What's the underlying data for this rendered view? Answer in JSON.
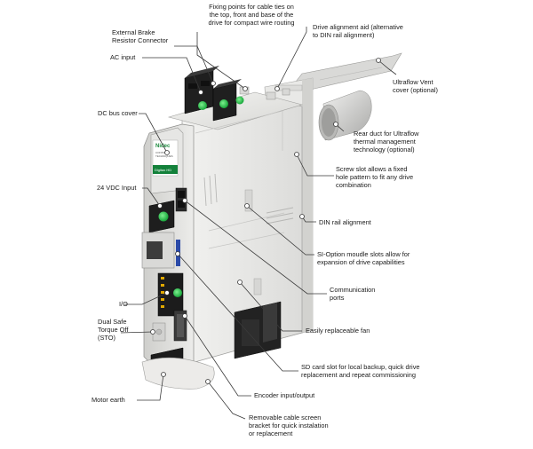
{
  "callouts": {
    "fixing_points": [
      "Fixing points for cable ties on",
      "the top, front and base of the",
      "drive for compact wire routing"
    ],
    "external_brake": [
      "External Brake",
      "Resistor Connector"
    ],
    "ac_input": [
      "AC input"
    ],
    "dc_bus_cover": [
      "DC bus cover"
    ],
    "vdc_input": [
      "24 VDC Input"
    ],
    "io": [
      "I/O"
    ],
    "dual_safe": [
      "Dual Safe",
      "Torque Off",
      "(STO)"
    ],
    "motor_earth": [
      "Motor earth"
    ],
    "drive_alignment": [
      "Drive alignment aid (alternative",
      "to DIN rail alignment)"
    ],
    "ultraflow_vent": [
      "Ultraflow Vent",
      "cover (optional)"
    ],
    "rear_duct": [
      "Rear duct for Ultraflow",
      "thermal management",
      "technology (optional)"
    ],
    "screw_slot": [
      "Screw slot allows a fixed",
      "hole pattern to fit any drive",
      "combination"
    ],
    "din_rail": [
      "DIN rail alignment"
    ],
    "si_option": [
      "SI-Option moudle slots allow for",
      "expansion of drive capabilities"
    ],
    "communication": [
      "Communication",
      "ports"
    ],
    "fan": [
      "Easily replaceable fan"
    ],
    "sd_card": [
      "SD card slot for local backup, quick drive",
      "replacement and repeat commissioning"
    ],
    "encoder": [
      "Encoder input/output"
    ],
    "cable_bracket": [
      "Removable cable screen",
      "bracket for quick instalation",
      "or replacement"
    ]
  },
  "product_label": {
    "brand": "Nidec",
    "lines": [
      "CONTROL",
      "TECHNIQUES"
    ],
    "model": "Digitax HD"
  },
  "colors": {
    "body": "#e8e8e6",
    "connector": "#1c1c1c",
    "led": "#27c24a",
    "leader": "#3a3a3a",
    "accent": "#2b4aa8"
  }
}
